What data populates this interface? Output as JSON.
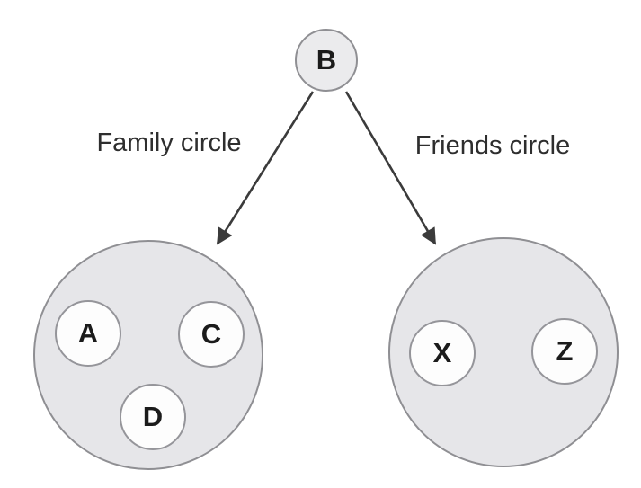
{
  "colors": {
    "background": "#ffffff",
    "group_fill": "#e6e6e9",
    "group_border": "#8f8f93",
    "node_fill": "#fdfdfd",
    "node_border": "#95959a",
    "root_node_fill": "#ebebed",
    "arrow": "#3b3b3b",
    "edge_label_text": "#2e2e2e",
    "node_text": "#1b1b1b"
  },
  "tree": {
    "root": {
      "label": "B"
    },
    "branches": [
      {
        "label": "Family circle",
        "members": [
          "A",
          "C",
          "D"
        ]
      },
      {
        "label": "Friends circle",
        "members": [
          "X",
          "Z"
        ]
      }
    ]
  }
}
